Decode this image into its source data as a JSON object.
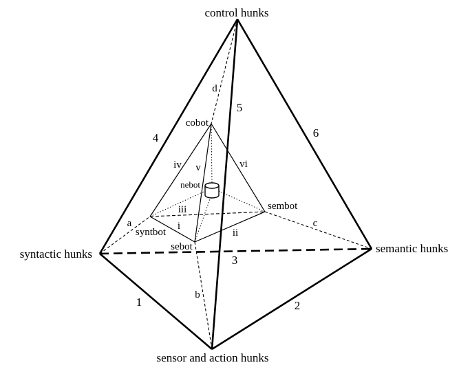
{
  "vertices": {
    "control": "control hunks",
    "syntactic": "syntactic hunks",
    "semantic": "semantic hunks",
    "sensor": "sensor and action hunks"
  },
  "inner_vertices": {
    "cobot": "cobot",
    "nebot": "nebot",
    "syntbot": "syntbot",
    "sembot": "sembot",
    "sebot": "sebot"
  },
  "outer_edges": {
    "e1": "1",
    "e2": "2",
    "e3": "3",
    "e4": "4",
    "e5": "5",
    "e6": "6"
  },
  "connector_edges": {
    "a": "a",
    "b": "b",
    "c": "c",
    "d": "d"
  },
  "inner_edges": {
    "i": "i",
    "ii": "ii",
    "iii": "iii",
    "iv": "iv",
    "v": "v",
    "vi": "vi"
  }
}
